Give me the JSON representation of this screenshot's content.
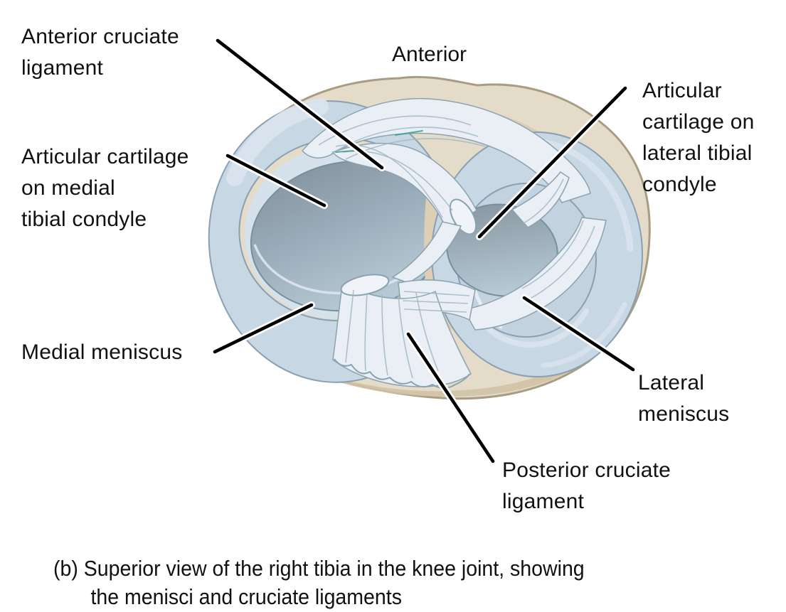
{
  "figure": {
    "heading": "Anterior",
    "labels": {
      "acl": [
        "Anterior cruciate",
        "ligament"
      ],
      "medial_cartilage": [
        "Articular cartilage",
        "on medial",
        "tibial condyle"
      ],
      "lateral_cartilage": [
        "Articular",
        "cartilage on",
        "lateral tibial",
        "condyle"
      ],
      "medial_meniscus": [
        "Medial meniscus"
      ],
      "lateral_meniscus": [
        "Lateral",
        "meniscus"
      ],
      "pcl": [
        "Posterior cruciate",
        "ligament"
      ]
    },
    "caption": [
      "(b) Superior view of the right tibia in the knee joint, showing",
      "the menisci and cruciate ligaments"
    ],
    "palette": {
      "text": "#111111",
      "leader": "#000000",
      "halo": "#ffffff",
      "bone": "#e4dcc9",
      "bone_line": "#a89d82",
      "bone_shadow": "#d0c2a5",
      "bone_patch": "#dccfb3",
      "meniscus": "#c8d7e4",
      "meniscus_line": "#8aa0b2",
      "meniscus_inner": "#c2d2df",
      "meniscus_hl": "#d9e4ee",
      "sliver": "#d6e2eb",
      "cart_top": "#85949f",
      "cart_mid": "#9baebb",
      "cart_low": "#b6c9d4",
      "cart_line": "#77909e",
      "lig": "#e9eff4",
      "lig_line": "#8ba2b1",
      "lig_streak": "#a2b7c5",
      "lig_cap": "#f0f4f8",
      "teal": "#3f9d95"
    }
  }
}
